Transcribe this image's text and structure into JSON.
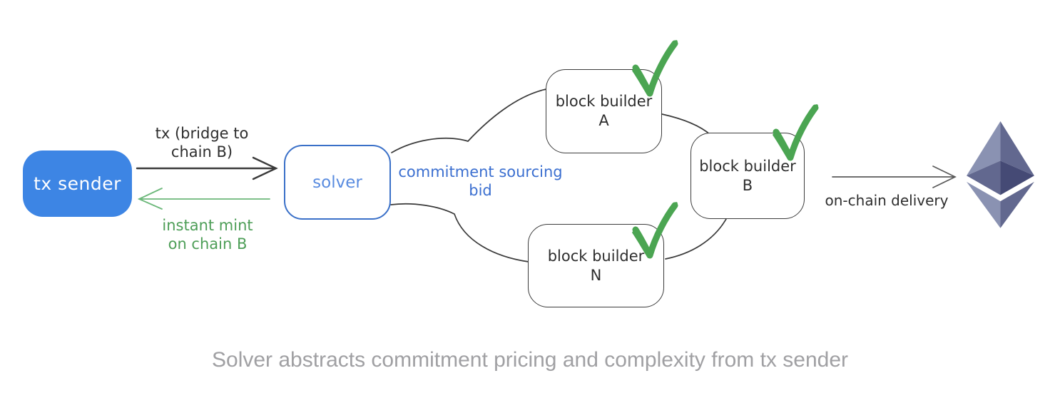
{
  "caption": "Solver abstracts commitment pricing and complexity from tx sender",
  "nodes": {
    "tx_sender": {
      "label": "tx sender"
    },
    "solver": {
      "label": "solver"
    },
    "builder_a": {
      "line1": "block builder",
      "line2": "A"
    },
    "builder_b": {
      "line1": "block builder",
      "line2": "B"
    },
    "builder_n": {
      "line1": "block builder",
      "line2": "N"
    }
  },
  "edges": {
    "tx_to_solver": {
      "line1": "tx (bridge to",
      "line2": "chain B)"
    },
    "instant_mint": {
      "line1": "instant mint",
      "line2": "on chain B"
    },
    "commitment": {
      "line1": "commitment sourcing",
      "line2": "bid"
    },
    "delivery": {
      "label": "on-chain delivery"
    }
  },
  "icons": {
    "checkmark": "green-checkmark-icon",
    "ethereum": "ethereum-logo"
  },
  "colors": {
    "sender_fill": "#3d85e4",
    "solver_border": "#3a70c8",
    "blue_text": "#3b6fd0",
    "green_text": "#4d9e57",
    "green_arrow": "#6cb87a",
    "check_green": "#4ba552",
    "ink": "#3a3a3a",
    "delivery_arrow": "#5a5a5a",
    "caption_gray": "#a0a0a3",
    "eth_light": "#8A92B2",
    "eth_medium": "#62688F",
    "eth_dark": "#454A75"
  }
}
